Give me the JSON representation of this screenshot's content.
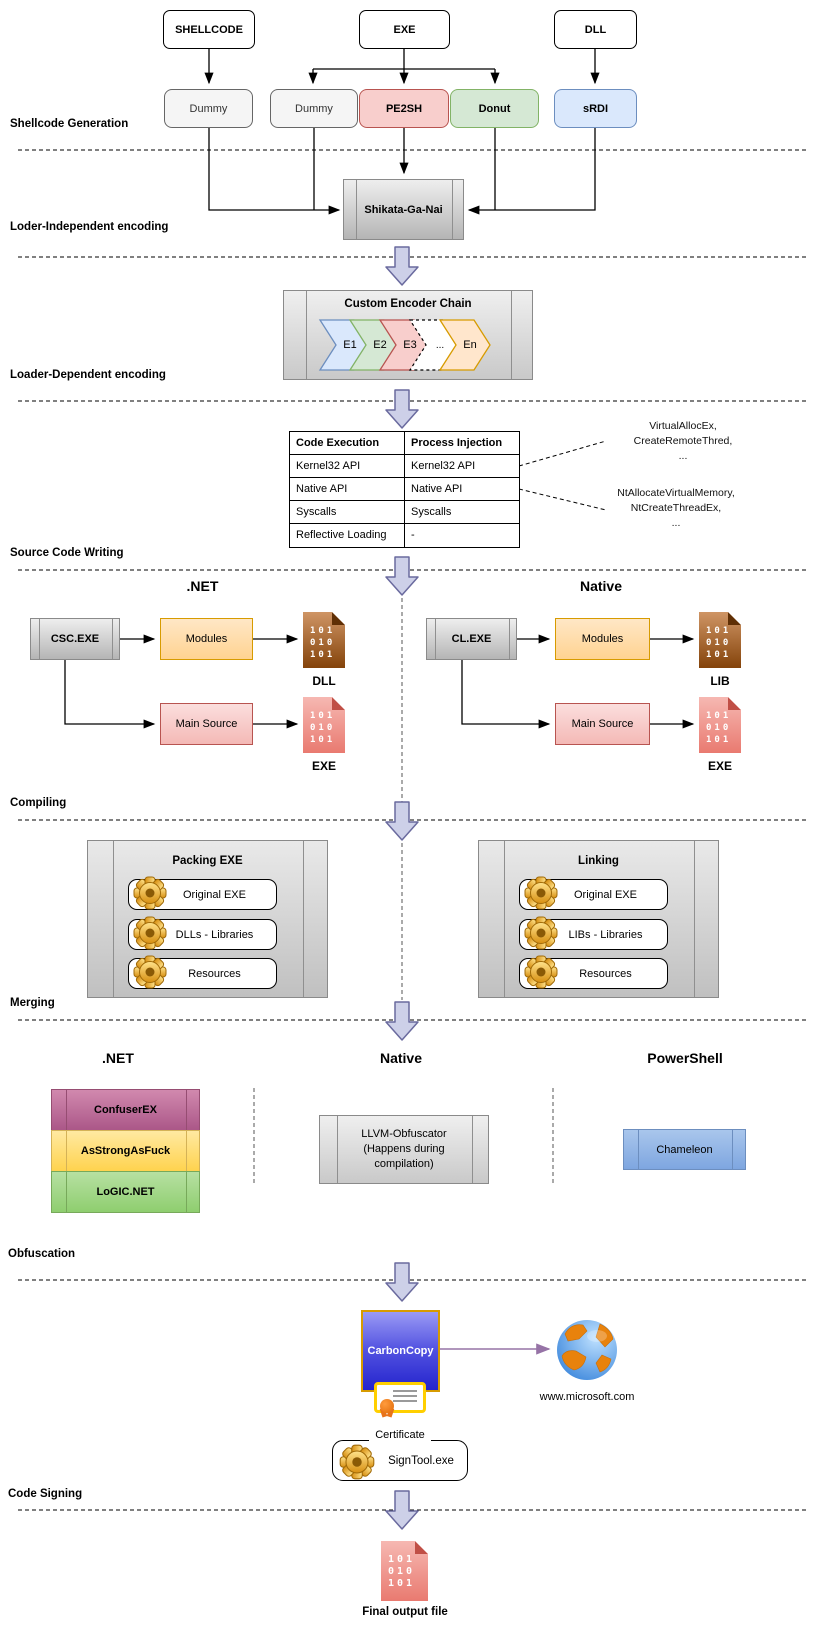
{
  "stage_labels": [
    "Shellcode Generation",
    "Loder-Independent encoding",
    "Loader-Dependent encoding",
    "Source Code Writing",
    "Compiling",
    "Merging",
    "Obfuscation",
    "Code Signing"
  ],
  "shellcode": {
    "inputs": {
      "shellcode": "SHELLCODE",
      "exe": "EXE",
      "dll": "DLL"
    },
    "generators": {
      "dummy_shellcode": "Dummy",
      "dummy_exe": "Dummy",
      "pe2sh": "PE2SH",
      "donut": "Donut",
      "srdi": "sRDI"
    }
  },
  "encoding": {
    "shikata": "Shikata-Ga-Nai",
    "chain_title": "Custom Encoder Chain",
    "chain_stages": [
      "E1",
      "E2",
      "E3",
      "...",
      "En"
    ]
  },
  "technique_table": {
    "headers": [
      "Code Execution",
      "Process Injection"
    ],
    "rows": [
      [
        "Kernel32 API",
        "Kernel32 API"
      ],
      [
        "Native API",
        "Native API"
      ],
      [
        "Syscalls",
        "Syscalls"
      ],
      [
        "Reflective Loading",
        "-"
      ]
    ],
    "api_notes": {
      "kernel32": [
        "VirtualAllocEx,",
        "CreateRemoteThred,",
        "..."
      ],
      "native": [
        "NtAllocateVirtualMemory,",
        "NtCreateThreadEx,",
        "..."
      ]
    }
  },
  "file_icon_lines": [
    "101",
    "010",
    "101"
  ],
  "source_code": {
    "dotnet": {
      "heading": ".NET",
      "compiler": "CSC.EXE",
      "modules": "Modules",
      "main_source": "Main Source",
      "modules_out": "DLL",
      "main_out": "EXE"
    },
    "native": {
      "heading": "Native",
      "compiler": "CL.EXE",
      "modules": "Modules",
      "main_source": "Main Source",
      "modules_out": "LIB",
      "main_out": "EXE"
    }
  },
  "merging": {
    "packing": {
      "title": "Packing EXE",
      "items": [
        "Original EXE",
        "DLLs - Libraries",
        "Resources"
      ]
    },
    "linking": {
      "title": "Linking",
      "items": [
        "Original EXE",
        "LIBs - Libraries",
        "Resources"
      ]
    }
  },
  "obfuscation": {
    "dotnet": {
      "heading": ".NET",
      "tools": [
        "ConfuserEX",
        "AsStrongAsFuck",
        "LoGIC.NET"
      ]
    },
    "native": {
      "heading": "Native",
      "tool_lines": [
        "LLVM-Obfuscator",
        "(Happens during",
        "compilation)"
      ]
    },
    "powershell": {
      "heading": "PowerShell",
      "tool": "Chameleon"
    }
  },
  "code_signing": {
    "tool": "CarbonCopy",
    "website": "www.microsoft.com",
    "certificate_label": "Certificate",
    "signer": "SignTool.exe"
  },
  "output": {
    "final_label": "Final output file"
  },
  "colors": {
    "red_fill": "#f8cecc",
    "red_stroke": "#b85450",
    "green_fill": "#d5e8d4",
    "green_stroke": "#82b366",
    "blue_fill": "#dae8fc",
    "blue_stroke": "#6c8ebf",
    "orange_fill": "#ffe6cc",
    "orange_stroke": "#d79b00",
    "fat_arrow_fill": "#cdd0e8",
    "fat_arrow_stroke": "#6a6a9e",
    "globe_link": "#9673a6"
  }
}
